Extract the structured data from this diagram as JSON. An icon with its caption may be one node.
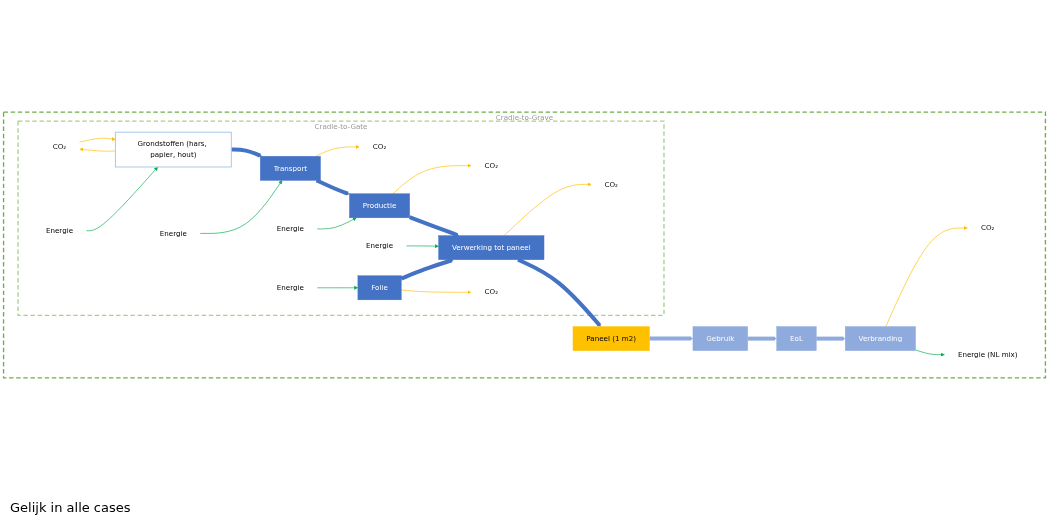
{
  "diagram": {
    "nodes": [
      {
        "text": [
          "Cradle-to-Grave"
        ]
      },
      {
        "text": [
          "Cradle-to-Gate"
        ],
        "in": 0
      },
      {
        "text": [
          "CO₂"
        ],
        "in": 1
      },
      {
        "text": [
          "CO₂"
        ],
        "in": 1
      },
      {
        "text": [
          "CO₂"
        ],
        "in": 1
      },
      {
        "text": [
          "CO₂"
        ],
        "in": 1
      },
      {
        "text": [
          "Grondstoffen (hars, papier, hout)"
        ],
        "in": 1
      },
      {
        "text": [
          "Transport"
        ],
        "in": 1
      },
      {
        "text": [
          "Productie"
        ],
        "in": 1
      },
      {
        "text": [
          "Verwerking tot paneel"
        ],
        "in": 1
      },
      {
        "text": [
          "Paneel (1 m2)"
        ],
        "in": 0
      },
      {
        "text": [
          "Gebruik"
        ],
        "in": 0
      },
      {
        "text": [
          "EoL"
        ],
        "in": 0
      },
      {
        "text": [
          "Energie"
        ],
        "in": 1
      },
      {
        "text": [
          "Energie"
        ],
        "in": 1
      },
      {
        "text": [
          "Energie"
        ],
        "in": 1
      },
      {
        "text": [
          "Energie"
        ],
        "in": 1
      },
      {
        "text": [
          "Folie"
        ],
        "in": 1
      },
      {
        "text": [
          "Verbranding"
        ],
        "in": 0
      },
      {
        "text": [
          "CO₂"
        ],
        "in": 1
      },
      {
        "text": [
          "Energie"
        ],
        "in": 1
      },
      {
        "text": [
          "CO₂"
        ],
        "in": 0
      },
      {
        "text": [
          "Energie (NL mix)"
        ],
        "in": 0
      }
    ],
    "edges": [
      {
        "from": 6,
        "to": 2,
        "arrow": "to",
        "color": "#ffc000"
      },
      {
        "from": 2,
        "to": 6,
        "arrow": "to",
        "color": "#ffc000"
      },
      {
        "from": 13,
        "to": 6,
        "arrow": "to",
        "color": "#00b050"
      },
      {
        "from": 6,
        "to": 7,
        "arrow": "to",
        "style": "thick",
        "color": "#4472c4"
      },
      {
        "from": 7,
        "to": 3,
        "arrow": "to",
        "color": "#ffc000"
      },
      {
        "from": 14,
        "to": 7,
        "arrow": "to",
        "color": "#00b050"
      },
      {
        "from": 7,
        "to": 8,
        "arrow": "to",
        "style": "thick",
        "color": "#4472c4"
      },
      {
        "from": 8,
        "to": 4,
        "arrow": "to",
        "color": "#ffc000"
      },
      {
        "from": 15,
        "to": 8,
        "arrow": "to",
        "color": "#00b050"
      },
      {
        "from": 8,
        "to": 9,
        "arrow": "to",
        "style": "thick",
        "color": "#4472c4"
      },
      {
        "from": 9,
        "to": 5,
        "arrow": "to",
        "color": "#ffc000"
      },
      {
        "from": 16,
        "to": 9,
        "arrow": "to",
        "color": "#00b050"
      },
      {
        "from": 17,
        "to": 9,
        "arrow": "to",
        "style": "thick",
        "color": "#4472c4"
      },
      {
        "from": 17,
        "to": 19,
        "arrow": "to",
        "color": "#ffc000"
      },
      {
        "from": 20,
        "to": 17,
        "arrow": "to",
        "color": "#00b050"
      },
      {
        "from": 9,
        "to": 10,
        "arrow": "to",
        "style": "thick",
        "color": "#4472c4"
      },
      {
        "from": 10,
        "to": 11,
        "arrow": "to",
        "style": "thick",
        "color": "#8faadc"
      },
      {
        "from": 11,
        "to": 12,
        "arrow": "to",
        "style": "thick",
        "color": "#8faadc"
      },
      {
        "from": 12,
        "to": 18,
        "arrow": "to",
        "style": "thick",
        "color": "#8faadc"
      },
      {
        "from": 18,
        "to": 21,
        "arrow": "to",
        "color": "#ffc000"
      },
      {
        "from": 18,
        "to": 22,
        "arrow": "to",
        "color": "#00b050"
      }
    ],
    "labels": [
      "Gelijk in alle cases"
    ]
  }
}
